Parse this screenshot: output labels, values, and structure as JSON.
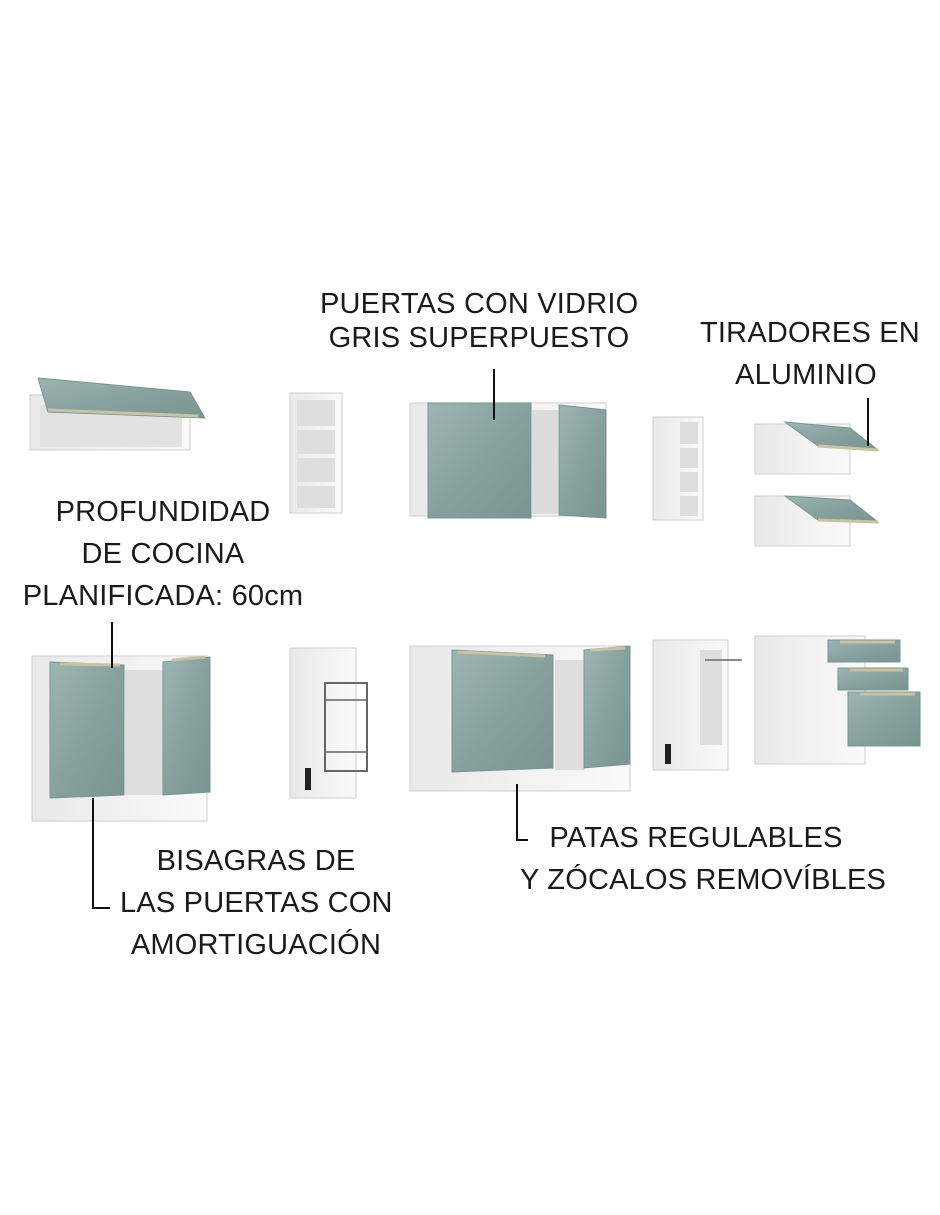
{
  "labels": {
    "glass_doors": [
      "PUERTAS CON VIDRIO",
      "GRIS SUPERPUESTO"
    ],
    "handles": [
      "TIRADORES EN",
      "ALUMINIO"
    ],
    "depth": [
      "PROFUNDIDAD",
      "DE COCINA",
      "PLANIFICADA: 60cm"
    ],
    "hinges": [
      "BISAGRAS DE",
      "LAS PUERTAS CON",
      "AMORTIGUACIÓN"
    ],
    "legs": [
      "PATAS REGULABLES",
      "Y ZÓCALOS REMOVÍBLES"
    ]
  },
  "colors": {
    "glass": "#8fa9a6",
    "glass_dark": "#6f8a87",
    "cabinet_white": "#f4f4f4",
    "cabinet_edge": "#cfcfcf",
    "handle": "#c9c3a4",
    "text": "#1a1a1a"
  }
}
